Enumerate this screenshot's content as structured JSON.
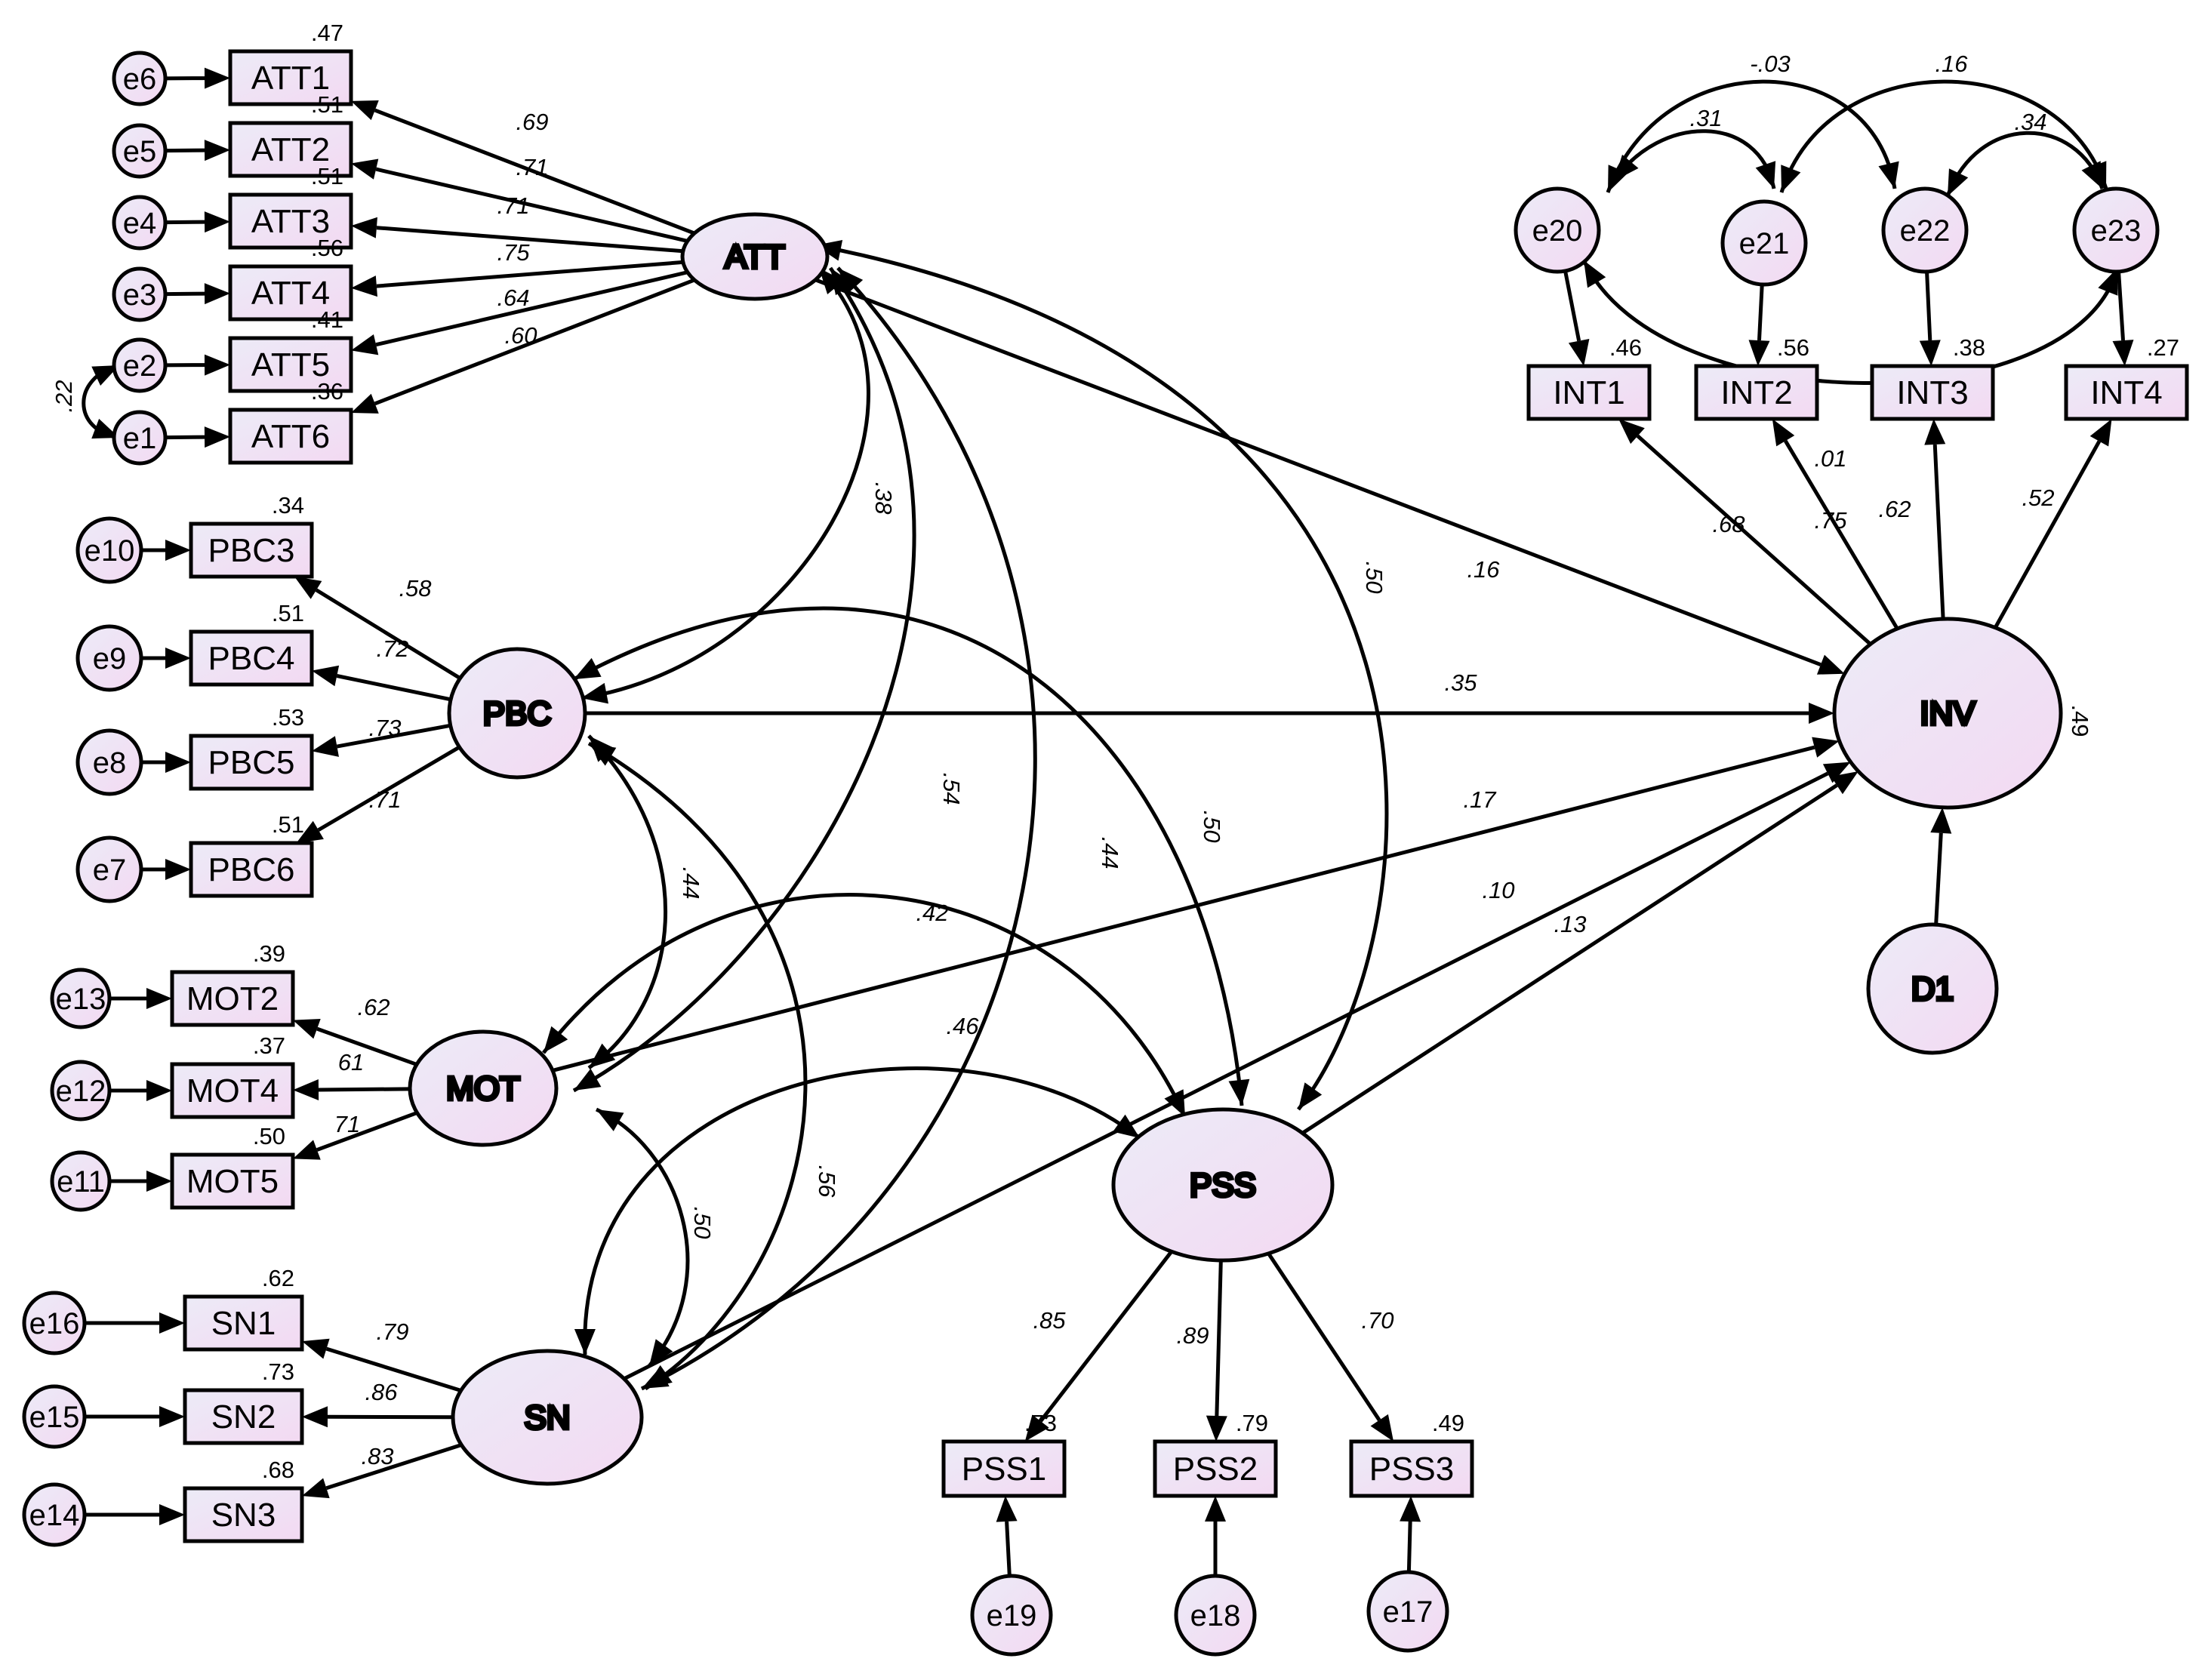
{
  "diagram": {
    "fill_color": "#efe4f5",
    "stroke_color": "#000000",
    "latents": [
      {
        "id": "ATT",
        "label": "ATT"
      },
      {
        "id": "PBC",
        "label": "PBC"
      },
      {
        "id": "MOT",
        "label": "MOT"
      },
      {
        "id": "SN",
        "label": "SN"
      },
      {
        "id": "PSS",
        "label": "PSS"
      },
      {
        "id": "INV",
        "label": "INV"
      },
      {
        "id": "D1",
        "label": "D1"
      }
    ],
    "indicators": [
      {
        "id": "ATT1",
        "label": "ATT1",
        "r2": ".47"
      },
      {
        "id": "ATT2",
        "label": "ATT2",
        "r2": ".51"
      },
      {
        "id": "ATT3",
        "label": "ATT3",
        "r2": ".51"
      },
      {
        "id": "ATT4",
        "label": "ATT4",
        "r2": ".56"
      },
      {
        "id": "ATT5",
        "label": "ATT5",
        "r2": ".41"
      },
      {
        "id": "ATT6",
        "label": "ATT6",
        "r2": ".36"
      },
      {
        "id": "PBC3",
        "label": "PBC3",
        "r2": ".34"
      },
      {
        "id": "PBC4",
        "label": "PBC4",
        "r2": ".51"
      },
      {
        "id": "PBC5",
        "label": "PBC5",
        "r2": ".53"
      },
      {
        "id": "PBC6",
        "label": "PBC6",
        "r2": ".51"
      },
      {
        "id": "MOT2",
        "label": "MOT2",
        "r2": ".39"
      },
      {
        "id": "MOT4",
        "label": "MOT4",
        "r2": ".37"
      },
      {
        "id": "MOT5",
        "label": "MOT5",
        "r2": ".50"
      },
      {
        "id": "SN1",
        "label": "SN1",
        "r2": ".62"
      },
      {
        "id": "SN2",
        "label": "SN2",
        "r2": ".73"
      },
      {
        "id": "SN3",
        "label": "SN3",
        "r2": ".68"
      },
      {
        "id": "PSS1",
        "label": "PSS1",
        "r2": ".73"
      },
      {
        "id": "PSS2",
        "label": "PSS2",
        "r2": ".79"
      },
      {
        "id": "PSS3",
        "label": "PSS3",
        "r2": ".49"
      },
      {
        "id": "INT1",
        "label": "INT1",
        "r2": ".46"
      },
      {
        "id": "INT2",
        "label": "INT2",
        "r2": ".56"
      },
      {
        "id": "INT3",
        "label": "INT3",
        "r2": ".38"
      },
      {
        "id": "INT4",
        "label": "INT4",
        "r2": ".27"
      }
    ],
    "errors": [
      {
        "id": "e1",
        "label": "e1",
        "target": "ATT6"
      },
      {
        "id": "e2",
        "label": "e2",
        "target": "ATT5"
      },
      {
        "id": "e3",
        "label": "e3",
        "target": "ATT4"
      },
      {
        "id": "e4",
        "label": "e4",
        "target": "ATT3"
      },
      {
        "id": "e5",
        "label": "e5",
        "target": "ATT2"
      },
      {
        "id": "e6",
        "label": "e6",
        "target": "ATT1"
      },
      {
        "id": "e7",
        "label": "e7",
        "target": "PBC6"
      },
      {
        "id": "e8",
        "label": "e8",
        "target": "PBC5"
      },
      {
        "id": "e9",
        "label": "e9",
        "target": "PBC4"
      },
      {
        "id": "e10",
        "label": "e10",
        "target": "PBC3"
      },
      {
        "id": "e11",
        "label": "e11",
        "target": "MOT5"
      },
      {
        "id": "e12",
        "label": "e12",
        "target": "MOT4"
      },
      {
        "id": "e13",
        "label": "e13",
        "target": "MOT2"
      },
      {
        "id": "e14",
        "label": "e14",
        "target": "SN3"
      },
      {
        "id": "e15",
        "label": "e15",
        "target": "SN2"
      },
      {
        "id": "e16",
        "label": "e16",
        "target": "SN1"
      },
      {
        "id": "e17",
        "label": "e17",
        "target": "PSS3"
      },
      {
        "id": "e18",
        "label": "e18",
        "target": "PSS2"
      },
      {
        "id": "e19",
        "label": "e19",
        "target": "PSS1"
      },
      {
        "id": "e20",
        "label": "e20",
        "target": "INT1"
      },
      {
        "id": "e21",
        "label": "e21",
        "target": "INT2"
      },
      {
        "id": "e22",
        "label": "e22",
        "target": "INT3"
      },
      {
        "id": "e23",
        "label": "e23",
        "target": "INT4"
      }
    ],
    "loadings": [
      {
        "from": "ATT",
        "to": "ATT1",
        "value": ".69"
      },
      {
        "from": "ATT",
        "to": "ATT2",
        "value": ".71"
      },
      {
        "from": "ATT",
        "to": "ATT3",
        "value": ".71"
      },
      {
        "from": "ATT",
        "to": "ATT4",
        "value": ".75"
      },
      {
        "from": "ATT",
        "to": "ATT5",
        "value": ".64"
      },
      {
        "from": "ATT",
        "to": "ATT6",
        "value": ".60"
      },
      {
        "from": "PBC",
        "to": "PBC3",
        "value": ".58"
      },
      {
        "from": "PBC",
        "to": "PBC4",
        "value": ".72"
      },
      {
        "from": "PBC",
        "to": "PBC5",
        "value": ".73"
      },
      {
        "from": "PBC",
        "to": "PBC6",
        "value": ".71"
      },
      {
        "from": "MOT",
        "to": "MOT2",
        "value": ".62"
      },
      {
        "from": "MOT",
        "to": "MOT4",
        "value": "61"
      },
      {
        "from": "MOT",
        "to": "MOT5",
        "value": "71"
      },
      {
        "from": "SN",
        "to": "SN1",
        "value": ".79"
      },
      {
        "from": "SN",
        "to": "SN2",
        "value": ".86"
      },
      {
        "from": "SN",
        "to": "SN3",
        "value": ".83"
      },
      {
        "from": "PSS",
        "to": "PSS1",
        "value": ".85"
      },
      {
        "from": "PSS",
        "to": "PSS2",
        "value": ".89"
      },
      {
        "from": "PSS",
        "to": "PSS3",
        "value": ".70"
      },
      {
        "from": "INV",
        "to": "INT1",
        "value": ".68"
      },
      {
        "from": "INV",
        "to": "INT2",
        "value": ".75"
      },
      {
        "from": "INV",
        "to": "INT3",
        "value": ".62"
      },
      {
        "from": "INV",
        "to": "INT4",
        "value": ".52"
      }
    ],
    "paths": [
      {
        "from": "ATT",
        "to": "INV",
        "value": ".16"
      },
      {
        "from": "PBC",
        "to": "INV",
        "value": ".35"
      },
      {
        "from": "MOT",
        "to": "INV",
        "value": ".17"
      },
      {
        "from": "SN",
        "to": "INV",
        "value": ".10"
      },
      {
        "from": "PSS",
        "to": "INV",
        "value": ".13"
      },
      {
        "from": "D1",
        "to": "INV",
        "value": ""
      }
    ],
    "inv_r2": ".49",
    "correlations": [
      {
        "a": "ATT",
        "b": "PBC",
        "value": ".38"
      },
      {
        "a": "ATT",
        "b": "MOT",
        "value": ".54"
      },
      {
        "a": "ATT",
        "b": "SN",
        "value": ".44"
      },
      {
        "a": "ATT",
        "b": "PSS",
        "value": ".50"
      },
      {
        "a": "PBC",
        "b": "PSS",
        "value": ".50"
      },
      {
        "a": "PBC",
        "b": "MOT",
        "value": ".44"
      },
      {
        "a": "PBC",
        "b": "SN",
        "value": ".56"
      },
      {
        "a": "MOT",
        "b": "PSS",
        "value": ".42"
      },
      {
        "a": "SN",
        "b": "PSS",
        "value": ".46"
      },
      {
        "a": "MOT",
        "b": "SN",
        "value": ".50"
      },
      {
        "a": "e1",
        "b": "e2",
        "value": ".22"
      },
      {
        "a": "e20",
        "b": "e21",
        "value": ".31"
      },
      {
        "a": "e20",
        "b": "e22",
        "value": "-.03"
      },
      {
        "a": "e21",
        "b": "e23",
        "value": ".16"
      },
      {
        "a": "e22",
        "b": "e23",
        "value": ".34"
      },
      {
        "a": "e20",
        "b": "e23",
        "value": ".01"
      }
    ]
  }
}
